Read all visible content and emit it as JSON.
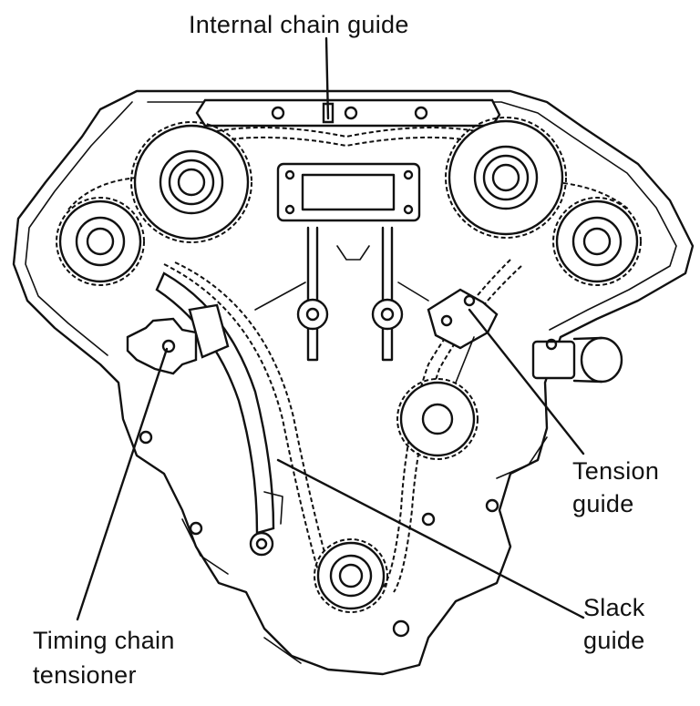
{
  "labels": {
    "internal_chain_guide": "Internal chain guide",
    "tension_guide_line1": "Tension",
    "tension_guide_line2": "guide",
    "slack_guide_line1": "Slack",
    "slack_guide_line2": "guide",
    "timing_chain_tensioner_line1": "Timing chain",
    "timing_chain_tensioner_line2": "tensioner"
  },
  "colors": {
    "ink": "#111111",
    "background": "#ffffff"
  }
}
